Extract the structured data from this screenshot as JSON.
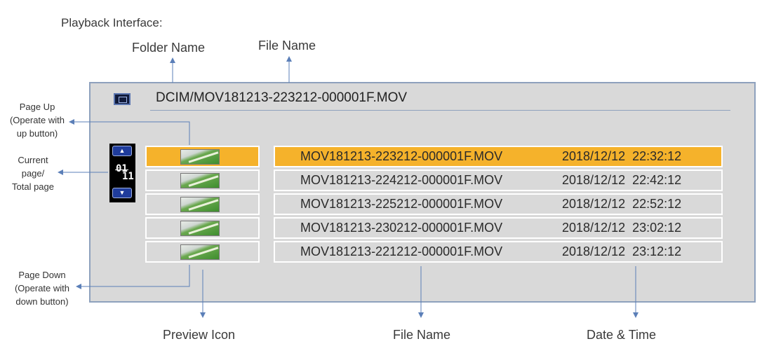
{
  "title": "Playback Interface:",
  "labels": {
    "folder_name": "Folder Name",
    "file_name_top": "File Name",
    "page_up": [
      "Page Up",
      "(Operate with",
      "up button)"
    ],
    "current_page": [
      "Current",
      "page/",
      "Total page"
    ],
    "page_down": [
      "Page Down",
      "(Operate with",
      "down button)"
    ],
    "preview_icon": "Preview Icon",
    "file_name_bottom": "File Name",
    "date_time": "Date & Time"
  },
  "screen": {
    "path": "DCIM/MOV181213-223212-000001F.MOV",
    "current_page": "01",
    "total_pages": "11",
    "up_icon": "triangle-up",
    "down_icon": "triangle-down",
    "files": [
      {
        "name": "MOV181213-223212-000001F.MOV",
        "date": "2018/12/12  22:32:12",
        "selected": true
      },
      {
        "name": "MOV181213-224212-000001F.MOV",
        "date": "2018/12/12  22:42:12",
        "selected": false
      },
      {
        "name": "MOV181213-225212-000001F.MOV",
        "date": "2018/12/12  22:52:12",
        "selected": false
      },
      {
        "name": "MOV181213-230212-000001F.MOV",
        "date": "2018/12/12  23:02:12",
        "selected": false
      },
      {
        "name": "MOV181213-221212-000001F.MOV",
        "date": "2018/12/12  23:12:12",
        "selected": false
      }
    ]
  },
  "colors": {
    "highlight": "#f5b22b",
    "screen_bg": "#d9d9d9",
    "frame": "#8ea1bd",
    "arrow": "#5b7fb8"
  }
}
